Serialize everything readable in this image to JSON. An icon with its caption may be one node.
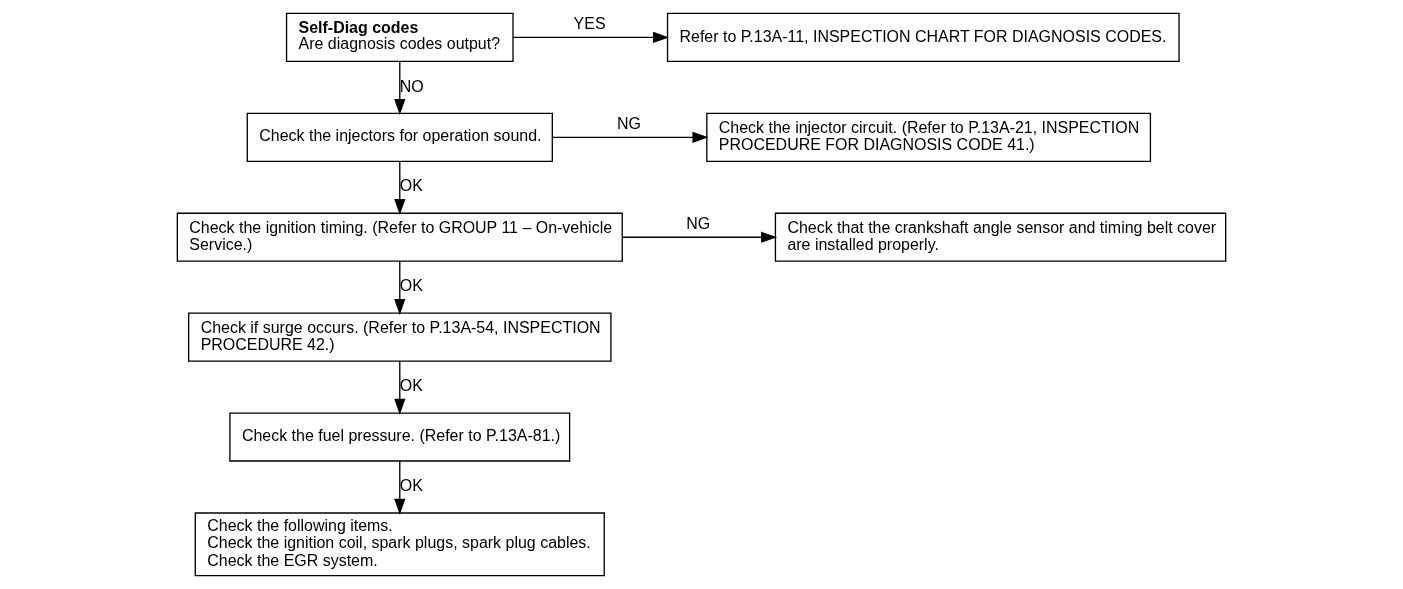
{
  "diagram": {
    "nodes": [
      {
        "text": [
          "Self-Diag codes",
          "Are diagnosis codes output?"
        ]
      },
      {
        "text": [
          "Refer to P.13A-11, INSPECTION CHART FOR DIAGNOSIS CODES."
        ]
      },
      {
        "text": [
          "Check the injectors for operation sound."
        ]
      },
      {
        "text": [
          "Check the injector circuit. (Refer to P.13A-21, INSPECTION PROCEDURE FOR DIAGNOSIS CODE 41.)"
        ]
      },
      {
        "text": [
          "Check the ignition timing. (Refer to GROUP 11 – On-vehicle Service.)"
        ]
      },
      {
        "text": [
          "Check that the crankshaft angle sensor and timing belt cover are installed properly."
        ]
      },
      {
        "text": [
          "Check if surge occurs. (Refer to P.13A-54, INSPECTION PROCEDURE 42.)"
        ]
      },
      {
        "text": [
          "Check the fuel pressure. (Refer to P.13A-81.)"
        ]
      },
      {
        "text": [
          "Check the following items.",
          "Check the ignition coil, spark plugs, spark plug cables.",
          "Check the EGR system."
        ]
      }
    ],
    "edges": [
      {
        "from": 0,
        "to": 1,
        "arrow": "to",
        "label": "YES"
      },
      {
        "from": 0,
        "to": 2,
        "arrow": "to",
        "label": "NO"
      },
      {
        "from": 2,
        "to": 3,
        "arrow": "to",
        "label": "NG"
      },
      {
        "from": 2,
        "to": 4,
        "arrow": "to",
        "label": "OK"
      },
      {
        "from": 4,
        "to": 5,
        "arrow": "to",
        "label": "NG"
      },
      {
        "from": 4,
        "to": 6,
        "arrow": "to",
        "label": "OK"
      },
      {
        "from": 6,
        "to": 7,
        "arrow": "to",
        "label": "OK"
      },
      {
        "from": 7,
        "to": 8,
        "arrow": "to",
        "label": "OK"
      }
    ]
  }
}
